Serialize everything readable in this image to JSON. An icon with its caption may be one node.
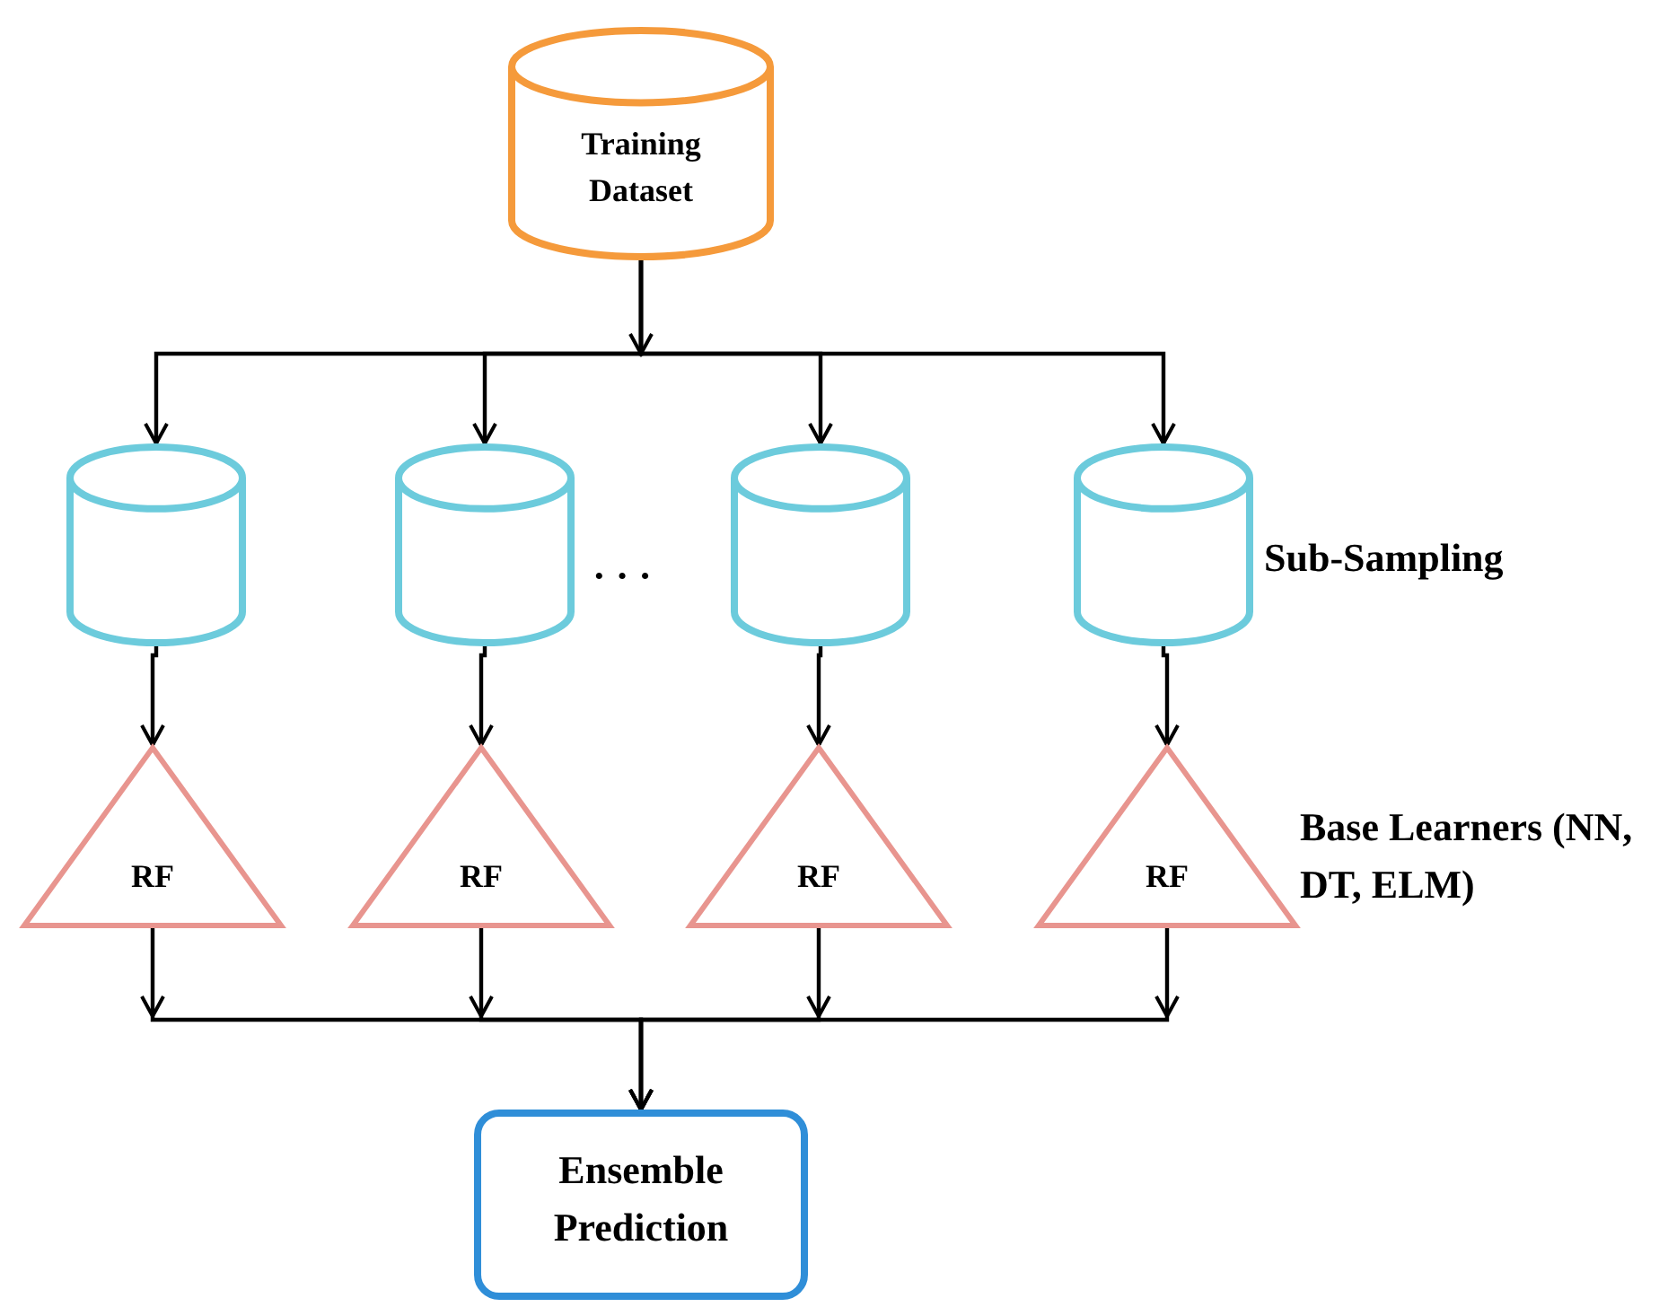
{
  "diagram": {
    "nodes": [
      {
        "text": [
          "Training Dataset"
        ]
      },
      {
        "text": [],
        "shape": "cylinder"
      },
      {
        "text": [],
        "shape": "cylinder"
      },
      {
        "text": [],
        "shape": "cylinder"
      },
      {
        "text": [],
        "shape": "cylinder"
      },
      {
        "text": [
          "RF"
        ]
      },
      {
        "text": [
          "RF"
        ]
      },
      {
        "text": [
          "RF"
        ]
      },
      {
        "text": [
          "RF"
        ]
      },
      {
        "text": [
          "Ensemble Prediction"
        ]
      }
    ],
    "edges": [
      {
        "from": 0,
        "to": 1,
        "arrow": "to"
      },
      {
        "from": 0,
        "to": 2,
        "arrow": "to"
      },
      {
        "from": 0,
        "to": 3,
        "arrow": "to"
      },
      {
        "from": 0,
        "to": 4,
        "arrow": "to"
      },
      {
        "from": 1,
        "to": 5,
        "arrow": "to"
      },
      {
        "from": 2,
        "to": 6,
        "arrow": "to"
      },
      {
        "from": 3,
        "to": 7,
        "arrow": "to"
      },
      {
        "from": 4,
        "to": 8,
        "arrow": "to"
      },
      {
        "from": 5,
        "to": 9,
        "arrow": "to"
      },
      {
        "from": 6,
        "to": 9,
        "arrow": "to"
      },
      {
        "from": 7,
        "to": 9,
        "arrow": "to"
      },
      {
        "from": 8,
        "to": 9,
        "arrow": "to"
      }
    ],
    "labels": [
      "· · ·",
      "Sub-Sampling",
      "Base Learners (NN, DT, ELM)"
    ]
  }
}
